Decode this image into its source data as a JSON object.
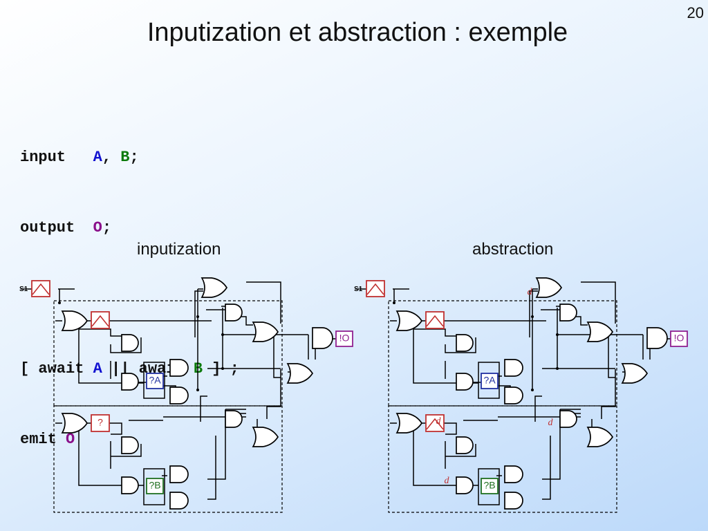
{
  "page_number": "20",
  "title": "Inputization et abstraction :  exemple",
  "code": {
    "line1": {
      "keyword": "input",
      "a": "A",
      "comma": ", ",
      "b": "B",
      "end": ";"
    },
    "line2": {
      "keyword": "output",
      "o": "O",
      "end": ";"
    },
    "line3": {
      "open": "[ await ",
      "a": "A",
      "mid": " || await ",
      "b": "B",
      "close": " ] ;"
    },
    "line4": {
      "keyword": "emit ",
      "o": "O"
    }
  },
  "captions": {
    "left": "inputization",
    "right": "abstraction"
  },
  "circuit_labels": {
    "boot_input": "S1",
    "input_a": "?A",
    "input_b": "?B",
    "output_o": "!O",
    "unknown_register": "?",
    "abstract_marker": "d"
  },
  "colors": {
    "register": "#c03030",
    "input_a": "#2030a0",
    "input_b": "#207020",
    "output_o": "#902090"
  }
}
